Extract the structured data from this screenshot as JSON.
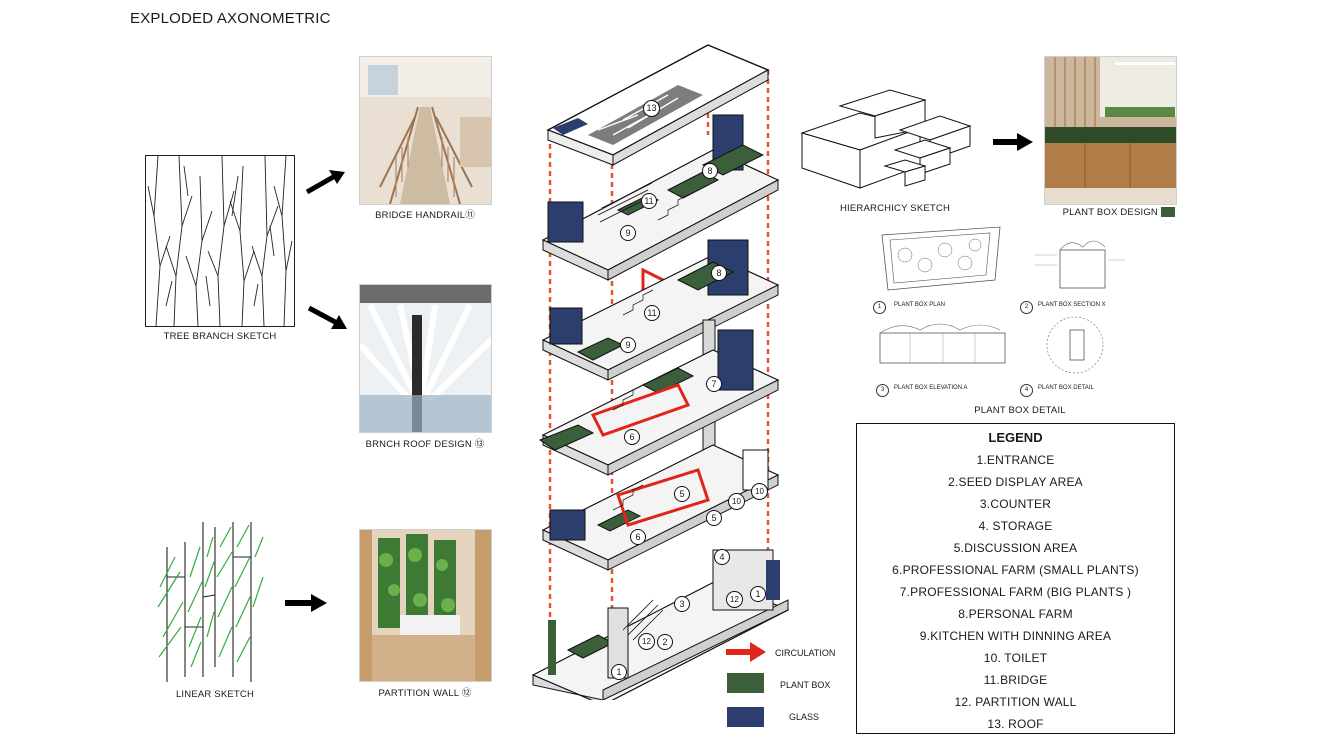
{
  "title": "EXPLODED AXONOMETRIC",
  "sketches": {
    "tree_branch": "TREE BRANCH SKETCH",
    "linear": "LINEAR SKETCH",
    "hierarchy": "HIERARCHICY SKETCH"
  },
  "photos": {
    "bridge_handrail": "BRIDGE HANDRAIL⑪",
    "branch_roof": "BRNCH ROOF DESIGN ⑬",
    "partition_wall": "PARTITION WALL ⑫",
    "plant_box_design": "PLANT BOX DESIGN"
  },
  "plant_box_detail": {
    "title": "PLANT BOX DETAIL",
    "plan": "PLANT BOX PLAN",
    "section": "PLANT BOX SECTION X",
    "elevation": "PLANT BOX ELEVATION A",
    "detail": "PLANT BOX DETAIL",
    "markers": [
      "1",
      "2",
      "3",
      "4"
    ]
  },
  "legend": {
    "title": "LEGEND",
    "items": [
      "1.ENTRANCE",
      "2.SEED DISPLAY AREA",
      "3.COUNTER",
      "4. STORAGE",
      "5.DISCUSSION AREA",
      "6.PROFESSIONAL FARM (SMALL PLANTS)",
      "7.PROFESSIONAL FARM (BIG PLANTS )",
      "8.PERSONAL FARM",
      "9.KITCHEN WITH DINNING AREA",
      "10. TOILET",
      "11.BRIDGE",
      "12. PARTITION WALL",
      "13. ROOF"
    ]
  },
  "key": {
    "circulation": "CIRCULATION",
    "plant_box": "PLANT BOX",
    "glass": "GLASS"
  },
  "colors": {
    "circulation": "#e0251b",
    "plant_box": "#3b5e3b",
    "glass": "#2c3e6e",
    "dashed_guides": "#e8542c"
  },
  "axo_markers": [
    "13",
    "8",
    "11",
    "9",
    "8",
    "11",
    "9",
    "7",
    "6",
    "5",
    "10",
    "10",
    "5",
    "6",
    "4",
    "3",
    "12",
    "1",
    "12",
    "2",
    "1"
  ]
}
